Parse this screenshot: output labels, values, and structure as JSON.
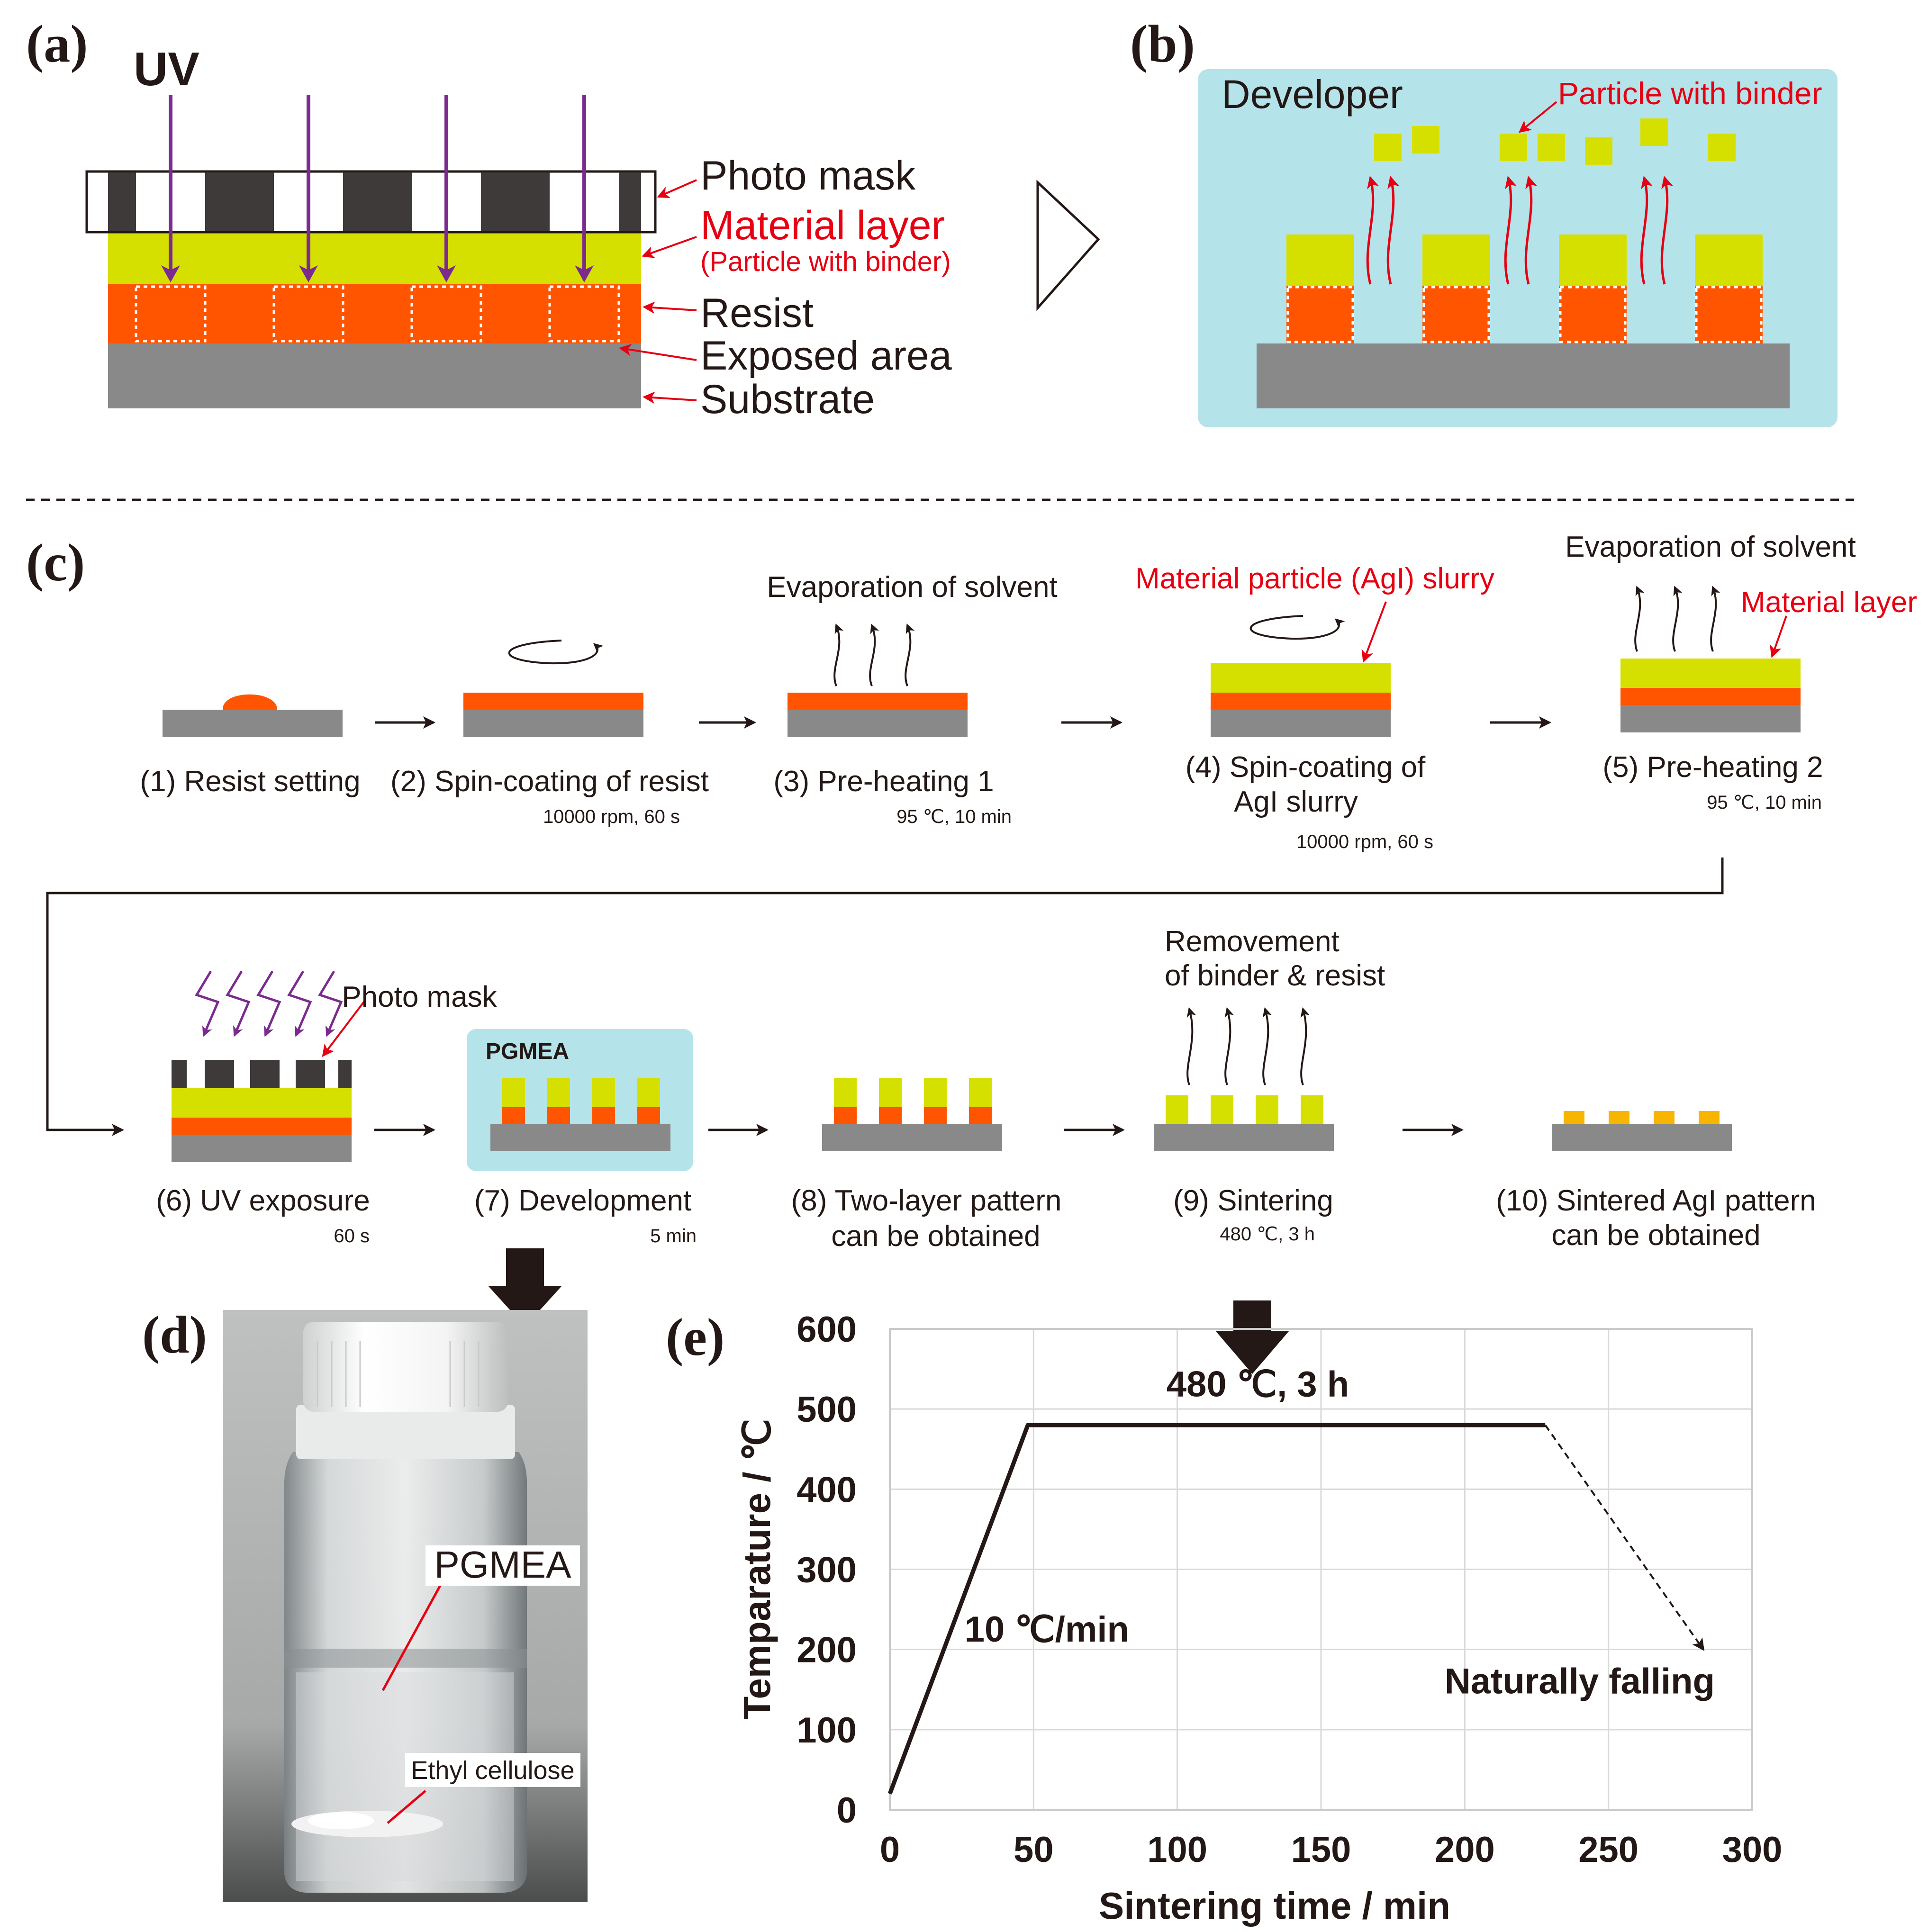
{
  "panel_labels": {
    "a": "(a)",
    "b": "(b)",
    "c": "(c)",
    "d": "(d)",
    "e": "(e)"
  },
  "panel_a": {
    "uv_label": "UV",
    "photo_mask": "Photo mask",
    "material_layer": "Material layer",
    "material_sub": "(Particle with binder)",
    "resist": "Resist",
    "exposed_area": "Exposed area",
    "substrate": "Substrate"
  },
  "panel_b": {
    "developer": "Developer",
    "particle_label": "Particle with binder"
  },
  "panel_c": {
    "steps": [
      {
        "title": "(1) Resist setting",
        "title2": "",
        "sub": ""
      },
      {
        "title": "(2) Spin-coating of resist",
        "title2": "",
        "sub": "10000 rpm, 60 s"
      },
      {
        "title": "(3) Pre-heating 1",
        "title2": "",
        "sub": "95 ℃, 10 min"
      },
      {
        "title": "(4) Spin-coating of",
        "title2": "AgI slurry",
        "sub": "10000 rpm, 60 s"
      },
      {
        "title": "(5) Pre-heating 2",
        "title2": "",
        "sub": "95 ℃, 10 min"
      },
      {
        "title": "(6) UV exposure",
        "title2": "",
        "sub": "60 s"
      },
      {
        "title": "(7) Development",
        "title2": "",
        "sub": "5 min"
      },
      {
        "title": "(8) Two-layer pattern",
        "title2": "can be obtained",
        "sub": ""
      },
      {
        "title": "(9) Sintering",
        "title2": "",
        "sub": "480 ℃, 3 h"
      },
      {
        "title": "(10) Sintered AgI pattern",
        "title2": "can be obtained",
        "sub": ""
      }
    ],
    "evaporation_1": "Evaporation of solvent",
    "evaporation_2": "Evaporation of solvent",
    "slurry_label": "Material particle (AgI) slurry",
    "material_layer_label": "Material layer",
    "photo_mask_label": "Photo mask",
    "pgmea_label": "PGMEA",
    "removement_1": "Removement",
    "removement_2": "of binder & resist"
  },
  "panel_d": {
    "pgmea_label": "PGMEA",
    "ethyl_label": "Ethyl cellulose"
  },
  "colors": {
    "yellow": "#d6e000",
    "orange": "#ff5500",
    "gray": "#898989",
    "developer_bg": "#b5e3ea",
    "red": "#e60012",
    "purple": "#7b2a8e",
    "mask_dark": "#3e3a39",
    "sintered": "#f7b500"
  },
  "chart_data": {
    "type": "line",
    "xlabel": "Sintering time   / min",
    "ylabel": "Temparature   / ℃",
    "xlim": [
      0,
      300
    ],
    "ylim": [
      0,
      600
    ],
    "xticks": [
      0,
      50,
      100,
      150,
      200,
      250,
      300
    ],
    "yticks": [
      0,
      100,
      200,
      300,
      400,
      500,
      600
    ],
    "grid": true,
    "series": [
      {
        "points": [
          [
            0,
            20
          ],
          [
            48,
            480
          ],
          [
            228,
            480
          ]
        ]
      }
    ],
    "falling": {
      "from": [
        228,
        480
      ],
      "to": [
        283,
        200
      ]
    },
    "annotations": {
      "plateau": "480 ℃, 3 h",
      "ramp": "10 ℃/min",
      "falling": "Naturally falling"
    }
  }
}
